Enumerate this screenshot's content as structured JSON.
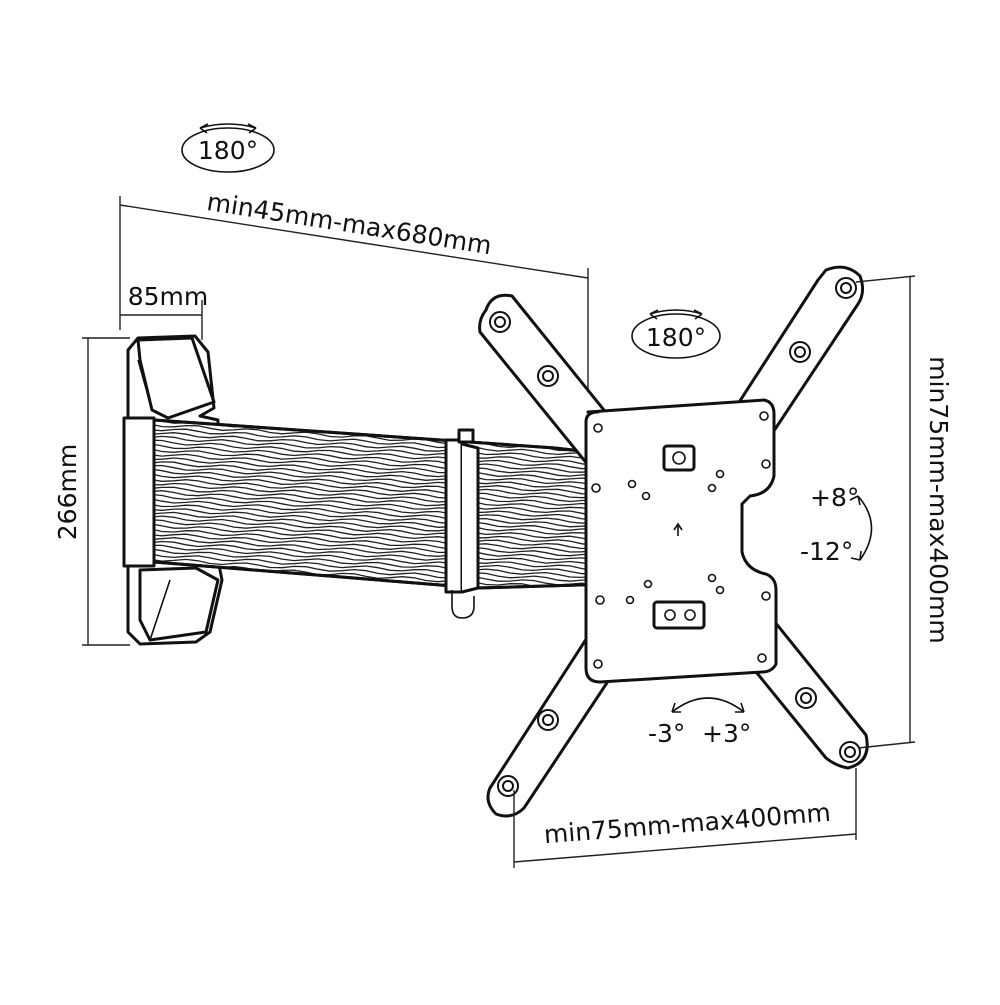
{
  "diagram": {
    "dimensions": {
      "top_rotation": "180°",
      "arm_length": "min45mm-max680mm",
      "bracket_width": "85mm",
      "bracket_height": "266mm",
      "plate_rotation": "180°",
      "tilt_up": "+8°",
      "tilt_down": "-12°",
      "swivel_left": "-3°",
      "swivel_right": "+3°",
      "vesa_vertical": "min75mm-max400mm",
      "vesa_horizontal": "min75mm-max400mm"
    },
    "colors": {
      "line": "#111111",
      "background": "#ffffff"
    }
  }
}
